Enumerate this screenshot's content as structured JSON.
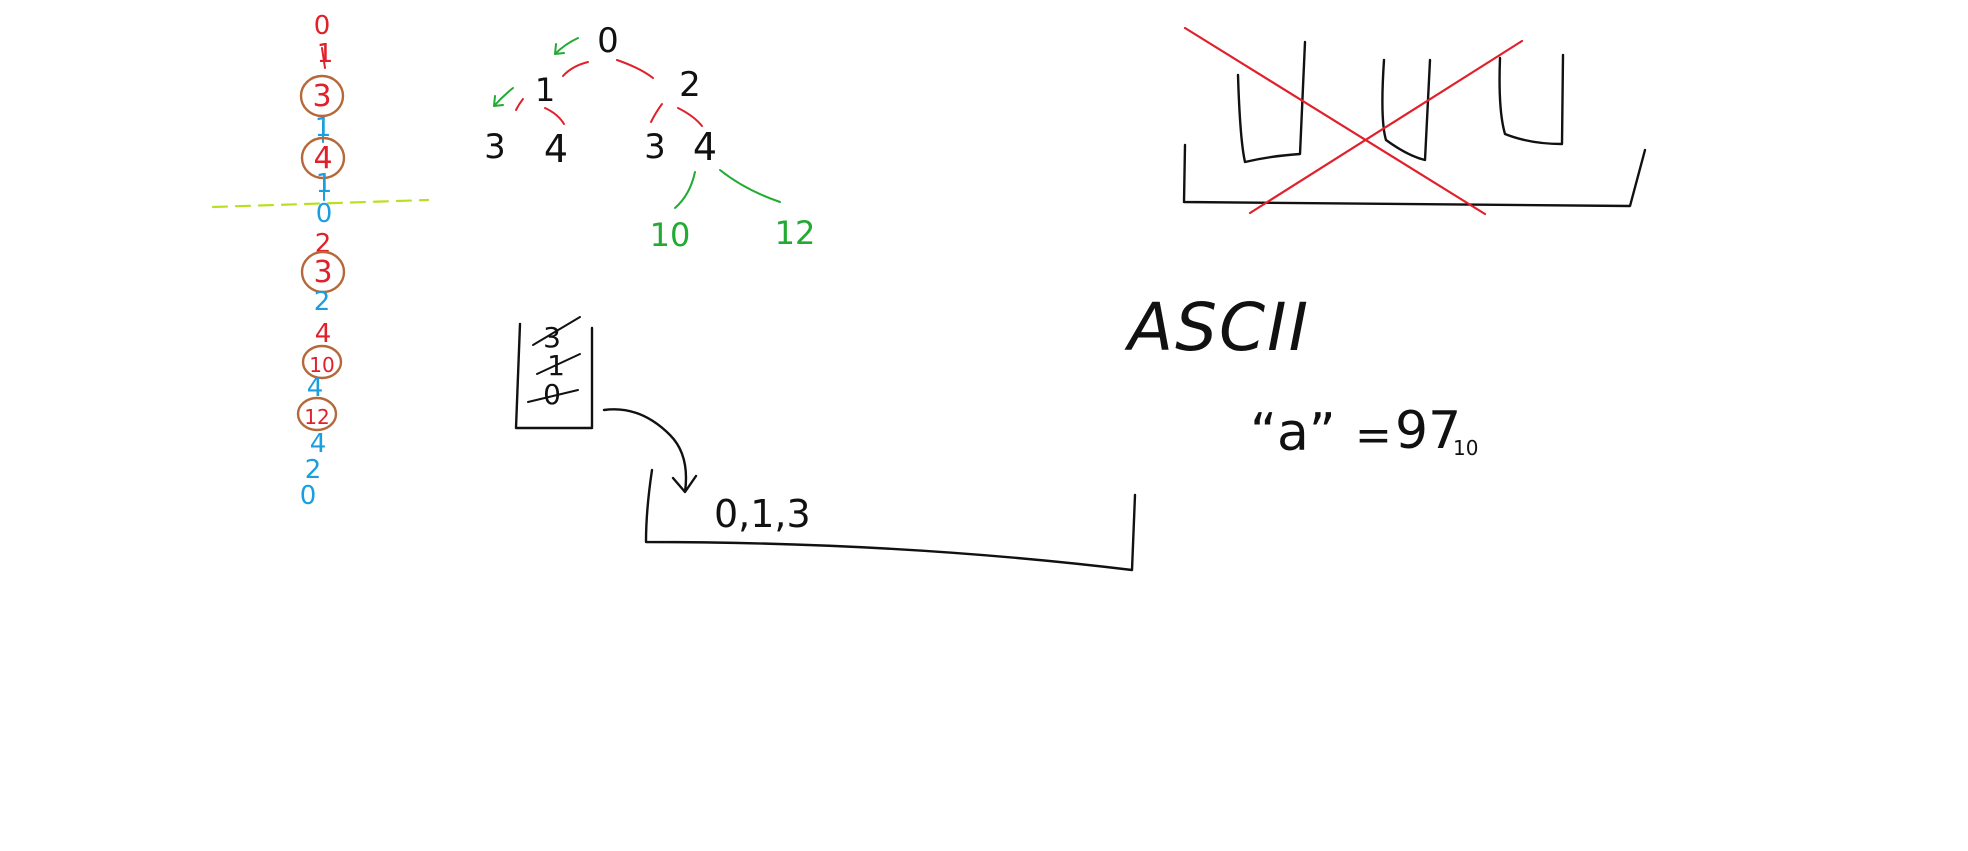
{
  "colors": {
    "black": "#111111",
    "red": "#e0202a",
    "blue": "#1a9ee0",
    "green": "#22aa33",
    "brown": "#b5693a",
    "lime": "#b8e020"
  },
  "trace": {
    "items": [
      {
        "text": "0",
        "color": "red",
        "circled": false
      },
      {
        "text": "1",
        "color": "red",
        "circled": false
      },
      {
        "text": "3",
        "color": "red",
        "circled": true
      },
      {
        "text": "1",
        "color": "blue",
        "circled": false
      },
      {
        "text": "4",
        "color": "red",
        "circled": true
      },
      {
        "text": "1",
        "color": "blue",
        "circled": false
      },
      {
        "text": "0",
        "color": "blue",
        "circled": false
      },
      {
        "text": "2",
        "color": "red",
        "circled": false
      },
      {
        "text": "3",
        "color": "red",
        "circled": true
      },
      {
        "text": "2",
        "color": "blue",
        "circled": false
      },
      {
        "text": "4",
        "color": "red",
        "circled": false
      },
      {
        "text": "10",
        "color": "red",
        "circled": true
      },
      {
        "text": "4",
        "color": "blue",
        "circled": false
      },
      {
        "text": "12",
        "color": "red",
        "circled": true
      },
      {
        "text": "4",
        "color": "blue",
        "circled": false
      },
      {
        "text": "2",
        "color": "blue",
        "circled": false
      },
      {
        "text": "0",
        "color": "blue",
        "circled": false
      }
    ]
  },
  "tree": {
    "root": "0",
    "level1": [
      "1",
      "2"
    ],
    "level2": [
      "3",
      "4",
      "3",
      "4"
    ],
    "level3": [
      "10",
      "12"
    ]
  },
  "stack": {
    "items": [
      "3",
      "1",
      "0"
    ],
    "output": "0,1,3"
  },
  "ascii": {
    "heading": "ASCII",
    "char": "“a”",
    "equals": "=",
    "value": "97",
    "base": "10"
  }
}
